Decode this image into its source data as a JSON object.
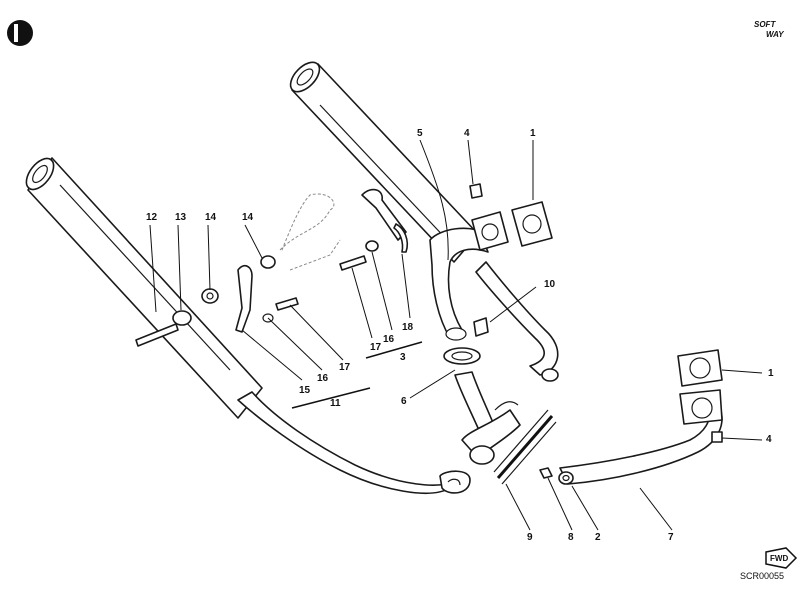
{
  "callouts": [
    "1",
    "1",
    "2",
    "3",
    "4",
    "4",
    "5",
    "6",
    "7",
    "8",
    "9",
    "10",
    "11",
    "12",
    "13",
    "14",
    "14",
    "15",
    "16",
    "16",
    "17",
    "17",
    "18"
  ],
  "reference_code": "SCR00055",
  "logo_right_text": "SOFT WAY",
  "fwd_stamp_text": "FWD"
}
